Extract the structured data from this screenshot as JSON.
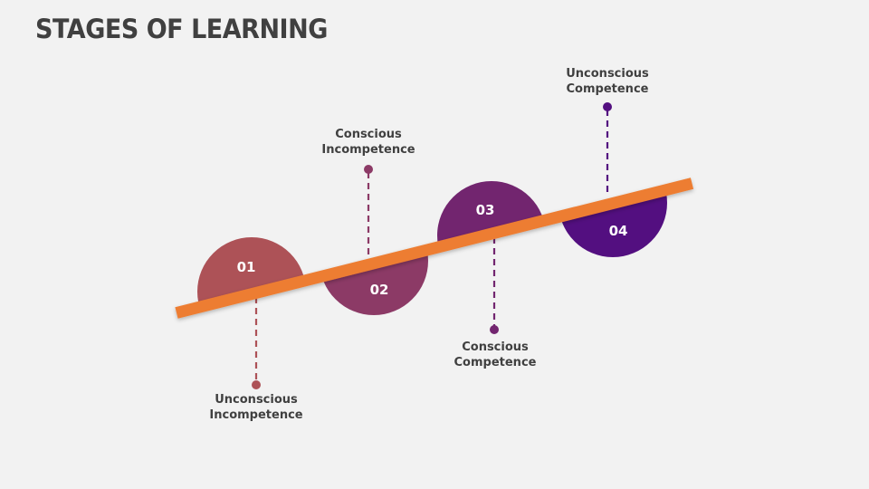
{
  "title": "STAGES OF LEARNING",
  "colors": {
    "background": "#f2f2f2",
    "title": "#404040",
    "bar": "#ed7d31",
    "stage1": "#ad5257",
    "stage2": "#8c3a66",
    "stage3": "#72256f",
    "stage4": "#530f80"
  },
  "stages": [
    {
      "number": "01",
      "label_line1": "Unconscious",
      "label_line2": "Incompetence",
      "position": "below"
    },
    {
      "number": "02",
      "label_line1": "Conscious",
      "label_line2": "Incompetence",
      "position": "above"
    },
    {
      "number": "03",
      "label_line1": "Conscious",
      "label_line2": "Competence",
      "position": "below"
    },
    {
      "number": "04",
      "label_line1": "Unconscious",
      "label_line2": "Competence",
      "position": "above"
    }
  ]
}
